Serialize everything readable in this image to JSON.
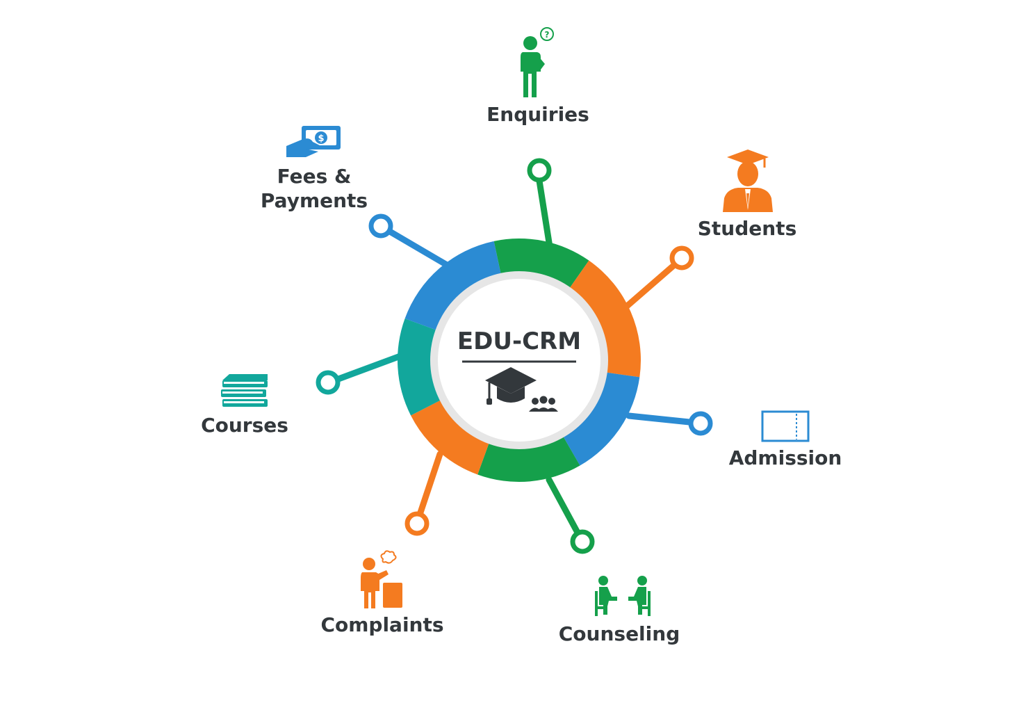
{
  "center": {
    "title": "EDU-CRM",
    "icon": "graduation-cap-group-icon"
  },
  "colors": {
    "green": "#15a04b",
    "blue": "#2b8bd3",
    "orange": "#f47b20",
    "teal": "#12a79c",
    "text": "#33383c",
    "inner_ring": "#e6e6e6"
  },
  "modules": [
    {
      "key": "enquiries",
      "label": "Enquiries",
      "icon": "thinking-person-icon",
      "color": "green"
    },
    {
      "key": "students",
      "label": "Students",
      "icon": "graduate-student-icon",
      "color": "orange"
    },
    {
      "key": "admission",
      "label": "Admission",
      "icon": "admission-ticket-icon",
      "color": "blue"
    },
    {
      "key": "counseling",
      "label": "Counseling",
      "icon": "counseling-people-icon",
      "color": "green"
    },
    {
      "key": "complaints",
      "label": "Complaints",
      "icon": "complaint-person-icon",
      "color": "orange"
    },
    {
      "key": "courses",
      "label": "Courses",
      "icon": "books-stack-icon",
      "color": "teal"
    },
    {
      "key": "fees",
      "label_lines": [
        "Fees &",
        "Payments"
      ],
      "icon": "cash-payment-icon",
      "color": "blue"
    }
  ]
}
